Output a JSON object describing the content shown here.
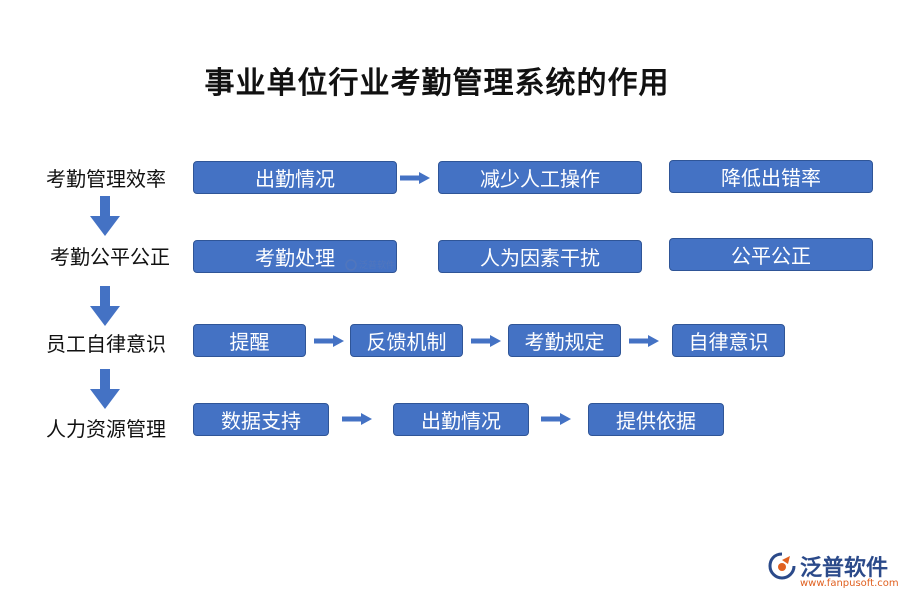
{
  "title": "事业单位行业考勤管理系统的作用",
  "rows": [
    {
      "label": "考勤管理效率",
      "boxes": [
        "出勤情况",
        "减少人工操作",
        "降低出错率"
      ]
    },
    {
      "label": "考勤公平公正",
      "boxes": [
        "考勤处理",
        "人为因素干扰",
        "公平公正"
      ]
    },
    {
      "label": "员工自律意识",
      "boxes": [
        "提醒",
        "反馈机制",
        "考勤规定",
        "自律意识"
      ]
    },
    {
      "label": "人力资源管理",
      "boxes": [
        "数据支持",
        "出勤情况",
        "提供依据"
      ]
    }
  ],
  "watermark": {
    "text": "泛普软件"
  },
  "logo": {
    "name": "泛普软件",
    "url": "www.fanpusoft.com",
    "icon": "fanpu-logo-icon"
  },
  "colors": {
    "box_fill": "#4472c4",
    "box_border": "#2f5597",
    "arrow": "#4472c4",
    "text": "#111111"
  }
}
